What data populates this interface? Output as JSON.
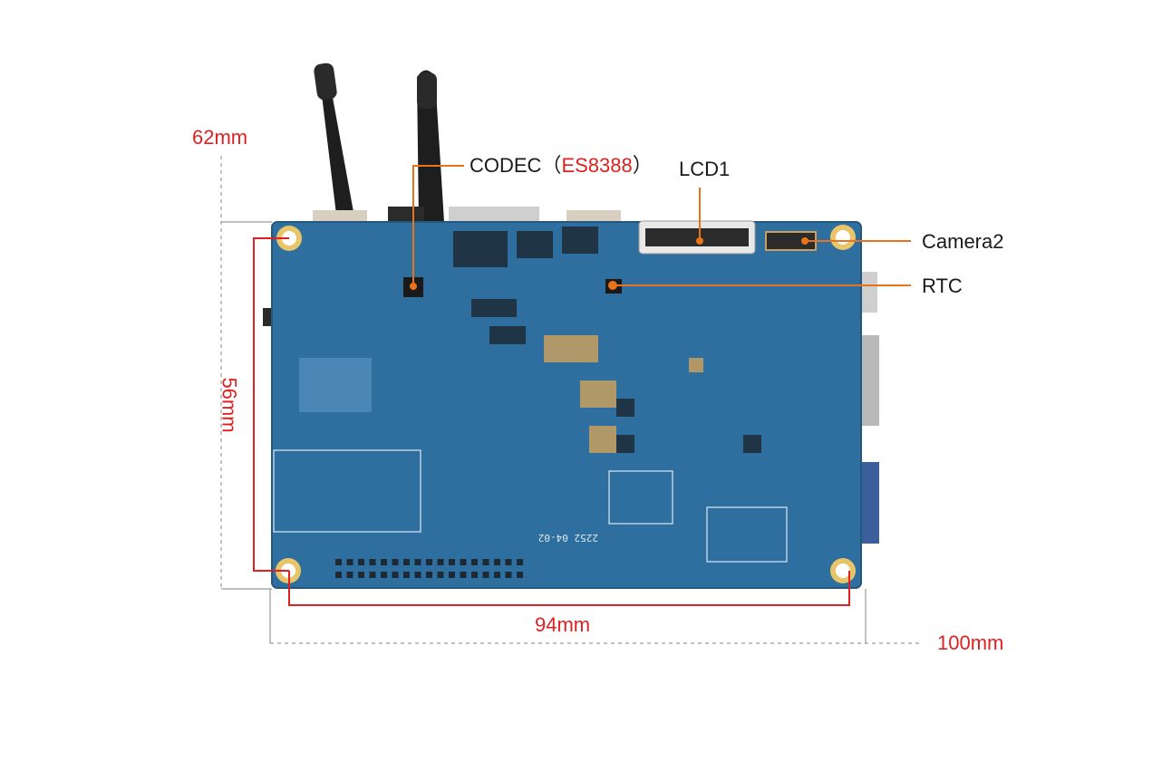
{
  "callouts": {
    "codec_prefix": "CODEC（",
    "codec_chip": "ES8388",
    "codec_suffix": "）",
    "lcd": "LCD1",
    "camera": "Camera2",
    "rtc": "RTC"
  },
  "dimensions": {
    "height_outer": "62mm",
    "height_inner": "56mm",
    "width_inner": "94mm",
    "width_outer": "100mm"
  },
  "board_silkscreen": "2252 04-02",
  "colors": {
    "board": "#2f6f9f",
    "leader": "#e8731a",
    "dimension": "#e02020",
    "callout_text": "#1a1a1a",
    "mount_ring": "#e8c46a"
  }
}
